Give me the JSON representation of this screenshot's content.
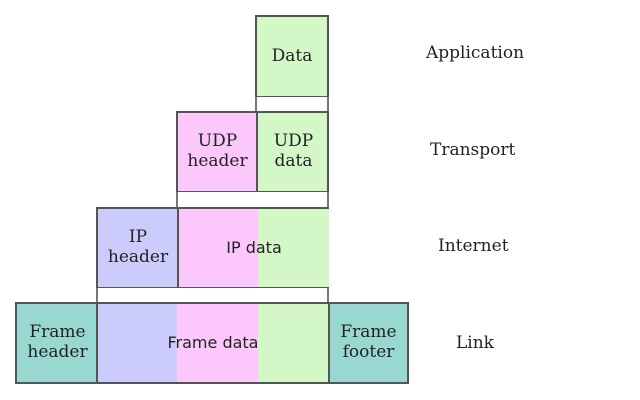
{
  "colors": {
    "app_data": "#d4f7c8",
    "udp_header": "#fcc8fc",
    "ip_header": "#ccccfc",
    "frame": "#98d8d0",
    "border": "#555555"
  },
  "application": {
    "data_label": "Data",
    "layer_label": "Application"
  },
  "transport": {
    "header_label": "UDP header",
    "header_l1": "UDP",
    "header_l2": "header",
    "data_l1": "UDP",
    "data_l2": "data",
    "layer_label": "Transport"
  },
  "internet": {
    "header_l1": "IP",
    "header_l2": "header",
    "data_label": "IP data",
    "layer_label": "Internet"
  },
  "link": {
    "header_l1": "Frame",
    "header_l2": "header",
    "data_label": "Frame data",
    "footer_l1": "Frame",
    "footer_l2": "footer",
    "layer_label": "Link"
  }
}
